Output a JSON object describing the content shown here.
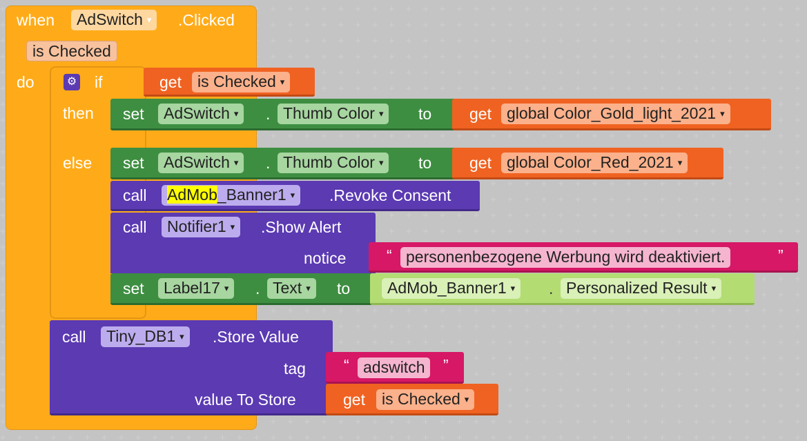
{
  "event": {
    "when": "when",
    "component": "AdSwitch",
    "event_name": ".Clicked",
    "param": "is Checked",
    "do": "do"
  },
  "if_block": {
    "if": "if",
    "then": "then",
    "else": "else",
    "cond_get": "get",
    "cond_var": "is Checked"
  },
  "then_set": {
    "set": "set",
    "component": "AdSwitch",
    "dot": ".",
    "property": "Thumb Color",
    "to": "to",
    "get": "get",
    "value": "global Color_Gold_light_2021"
  },
  "else_set": {
    "set": "set",
    "component": "AdSwitch",
    "dot": ".",
    "property": "Thumb Color",
    "to": "to",
    "get": "get",
    "value": "global Color_Red_2021"
  },
  "revoke": {
    "call": "call",
    "component_highlight": "AdMob",
    "component_rest": "_Banner1",
    "method": ".Revoke Consent"
  },
  "alert": {
    "call": "call",
    "component": "Notifier1",
    "method": ".Show Alert",
    "notice_label": "notice",
    "open_quote": "“",
    "text": "personenbezogene Werbung wird deaktiviert.",
    "close_quote": "”"
  },
  "label_set": {
    "set": "set",
    "component": "Label17",
    "dot": ".",
    "property": "Text",
    "to": "to",
    "src_component": "AdMob_Banner1",
    "src_dot": ".",
    "src_property": "Personalized Result"
  },
  "store": {
    "call": "call",
    "component": "Tiny_DB1",
    "method": ".Store Value",
    "tag_label": "tag",
    "open_quote": "“",
    "tag_text": "adswitch",
    "close_quote": "”",
    "value_label": "value To Store",
    "get": "get",
    "value_var": "is Checked"
  },
  "colors": {
    "event": "#ffab19",
    "set_block": "#3e8e41",
    "call_block": "#5b3ab2",
    "get_block": "#f06221",
    "text_block": "#d61866",
    "property_getter": "#b3dc72"
  }
}
